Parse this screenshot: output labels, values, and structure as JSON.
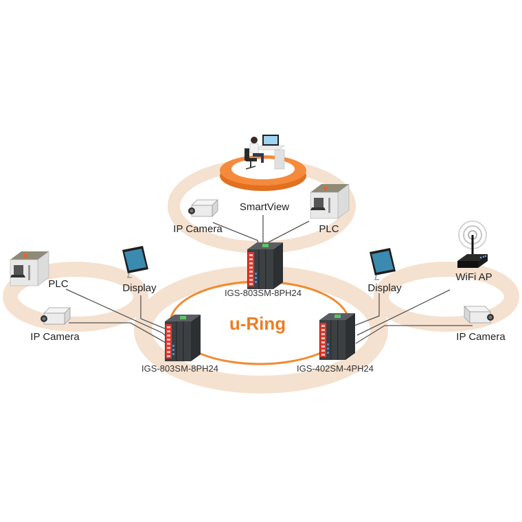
{
  "diagram": {
    "ring_label": "u-Ring",
    "colors": {
      "beige": "#f5e1cf",
      "ring_orange": "#f28a30",
      "platform_orange": "#f58a3c",
      "switch_body": "#3c4043",
      "switch_ports": "#e0352b",
      "line": "#555555"
    },
    "switches": [
      {
        "id": "top",
        "model": "IGS-803SM-8PH24"
      },
      {
        "id": "left",
        "model": "IGS-803SM-8PH24"
      },
      {
        "id": "right",
        "model": "IGS-402SM-4PH24"
      }
    ],
    "groups": {
      "top": {
        "center": {
          "label": "SmartView",
          "icon": "operator-workstation-icon"
        },
        "left_device": {
          "label": "IP Camera",
          "icon": "ip-camera-icon"
        },
        "right_device": {
          "label": "PLC",
          "icon": "plc-icon"
        }
      },
      "left": {
        "plc": {
          "label": "PLC",
          "icon": "plc-icon"
        },
        "display": {
          "label": "Display",
          "icon": "display-icon"
        },
        "camera": {
          "label": "IP Camera",
          "icon": "ip-camera-icon"
        }
      },
      "right": {
        "display": {
          "label": "Display",
          "icon": "display-icon"
        },
        "wifi": {
          "label": "WiFi AP",
          "icon": "wifi-router-icon"
        },
        "camera": {
          "label": "IP Camera",
          "icon": "ip-camera-icon"
        }
      }
    }
  }
}
